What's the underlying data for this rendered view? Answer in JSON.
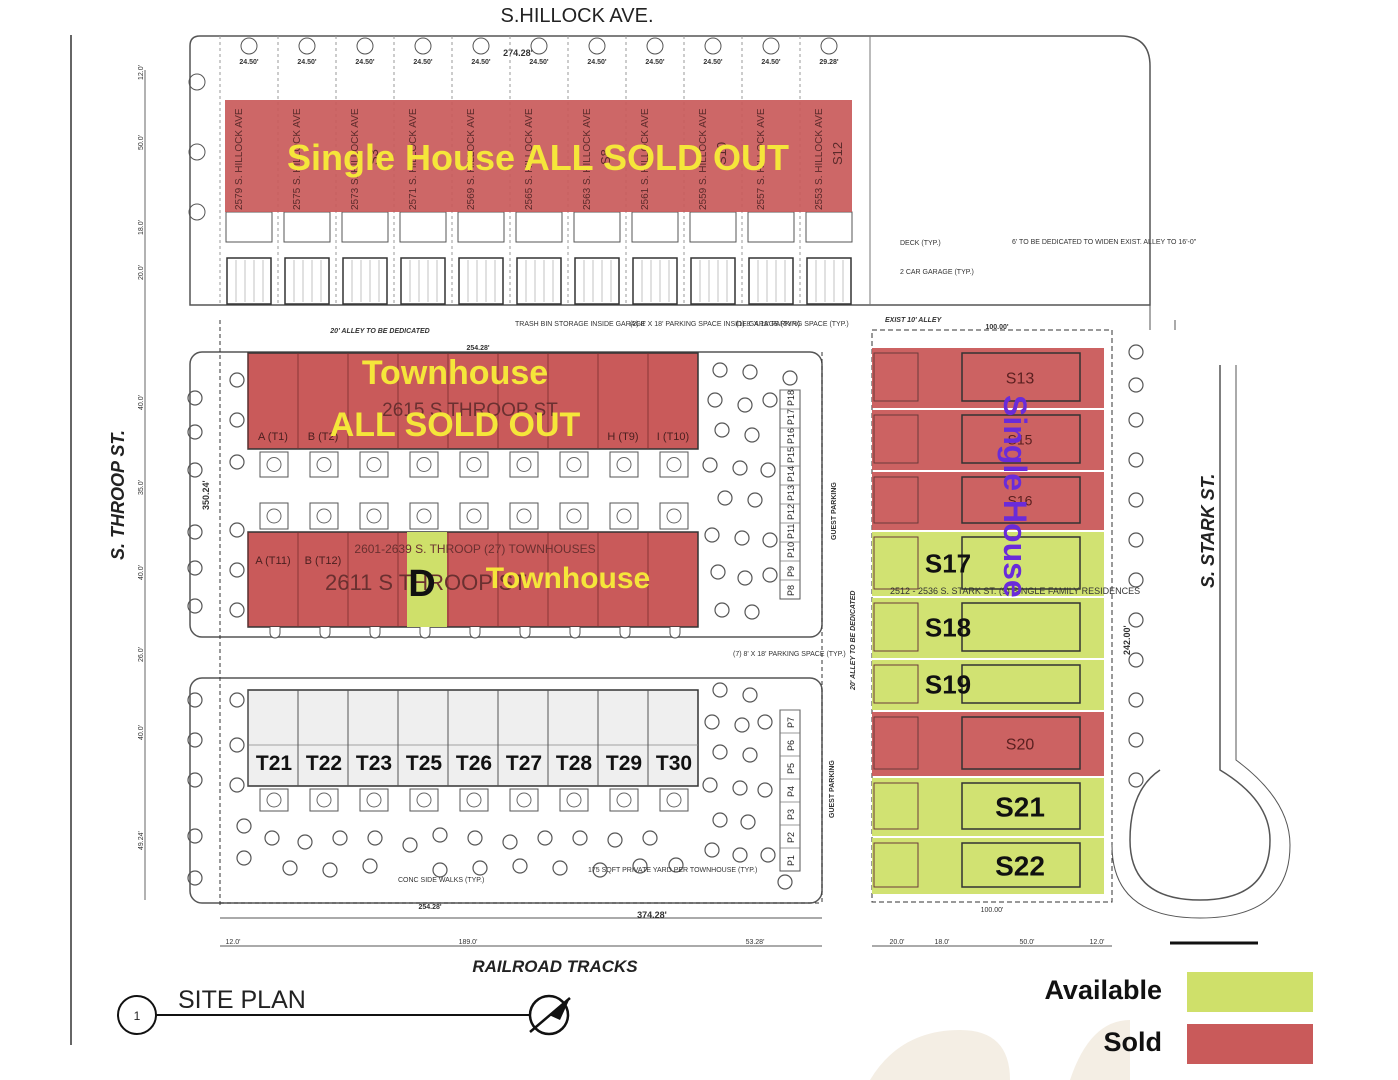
{
  "colors": {
    "available": "#cfe06a",
    "sold": "#c95a5a",
    "overlay_text": "#f5e63a",
    "single_house_vertical": "#6a2bd9"
  },
  "streets": {
    "top": "S.HILLOCK AVE.",
    "left": "S. THROOP ST.",
    "right": "S. STARK ST.",
    "bottom": "RAILROAD TRACKS"
  },
  "title": {
    "number": "1",
    "label": "SITE PLAN"
  },
  "dimensions": {
    "top_total": "274.28'",
    "bottom_total": "374.28'",
    "bottom_segment": "254.28'",
    "mid_segment": "254.28'",
    "lot_width": "24.50'",
    "last_lot_width": "29.28'",
    "left_depth": "350.24'",
    "right_depth": "242.00'",
    "alley_width": "100.00'",
    "bottom_left": "12.0'",
    "bottom_mid": "189.0'",
    "bottom_right": "53.28'",
    "right_lot_width": "100.00'",
    "right_20": "20.0'",
    "right_18": "18.0'",
    "right_50": "50.0'",
    "right_12": "12.0'"
  },
  "notes": {
    "alley_dedicated": "20' ALLEY TO BE DEDICATED",
    "alley_vertical": "20' ALLEY TO BE DEDICATED",
    "exist_alley": "EXIST 10' ALLEY",
    "trash": "TRASH BIN STORAGE INSIDE GARAGE",
    "parking_inside": "(2) 8' X 18' PARKING SPACE INSIDE GARAGE (TYP.)",
    "parking_one": "(1) 8' X 18' PARKING SPACE (TYP.)",
    "parking_seven": "(7) 8' X 18' PARKING SPACE (TYP.)",
    "deck": "DECK (TYP.)",
    "garage": "2 CAR GARAGE (TYP.)",
    "widen": "6' TO BE DEDICATED TO WIDEN EXIST. ALLEY TO 16'-0\"",
    "guest_parking": "GUEST PARKING",
    "side_walks": "CONC SIDE WALKS (TYP.)",
    "private_yard": "175 SQFT PRIVATE YARD PER TOWNHOUSE (TYP.)",
    "townhouses_block": "2601-2639 S. THROOP (27) TOWNHOUSES",
    "stark_block": "2512 - 2536 S. STARK ST. (9) SINGLE FAMILY RESIDENCES",
    "throop_2615": "2615 S THROOP ST",
    "throop_2611": "2611 S THROOP ST"
  },
  "top_lots": [
    "2579 S. HILLOCK AVE",
    "2575 S. HILLOCK AVE",
    "2573 S. HILLOCK AVE",
    "2571 S. HILLOCK AVE",
    "2569 S. HILLOCK AVE",
    "2565 S. HILLOCK AVE",
    "2563 S. HILLOCK AVE",
    "2561 S. HILLOCK AVE",
    "2559 S. HILLOCK AVE",
    "2557 S. HILLOCK AVE",
    "2553 S. HILLOCK AVE"
  ],
  "top_lot_tags": [
    "",
    "",
    "S3",
    "",
    "",
    "",
    "S8",
    "",
    "S10",
    "",
    "S12"
  ],
  "overlays": {
    "single_house_sold": "Single House ALL SOLD OUT",
    "townhouse_sold_1": "Townhouse",
    "townhouse_sold_2": "ALL SOLD OUT",
    "townhouse": "Townhouse",
    "single_house_vertical": "Single House",
    "available_marker": "D"
  },
  "townhouse_row1": [
    "A (T1)",
    "B (T2)",
    "",
    "",
    "",
    "",
    "",
    "H (T9)",
    "I (T10)"
  ],
  "townhouse_row2": [
    "A (T11)",
    "B (T12)"
  ],
  "townhouse_row3": [
    "T21",
    "T22",
    "T23",
    "T25",
    "T26",
    "T27",
    "T28",
    "T29",
    "T30"
  ],
  "parking_upper": [
    "P8",
    "P9",
    "P10",
    "P11",
    "P12",
    "P13",
    "P14",
    "P15",
    "P16",
    "P17",
    "P18"
  ],
  "parking_lower": [
    "P1",
    "P2",
    "P3",
    "P4",
    "P5",
    "P6",
    "P7"
  ],
  "stark_units": [
    {
      "label": "S13",
      "status": "sold"
    },
    {
      "label": "S15",
      "status": "sold"
    },
    {
      "label": "S16",
      "status": "sold"
    },
    {
      "label": "S17",
      "status": "available"
    },
    {
      "label": "S18",
      "status": "available"
    },
    {
      "label": "S19",
      "status": "available"
    },
    {
      "label": "S20",
      "status": "sold"
    },
    {
      "label": "S21",
      "status": "available"
    },
    {
      "label": "S22",
      "status": "available"
    }
  ],
  "legend": [
    {
      "label": "Available",
      "color": "#cfe06a"
    },
    {
      "label": "Sold",
      "color": "#c95a5a"
    }
  ]
}
